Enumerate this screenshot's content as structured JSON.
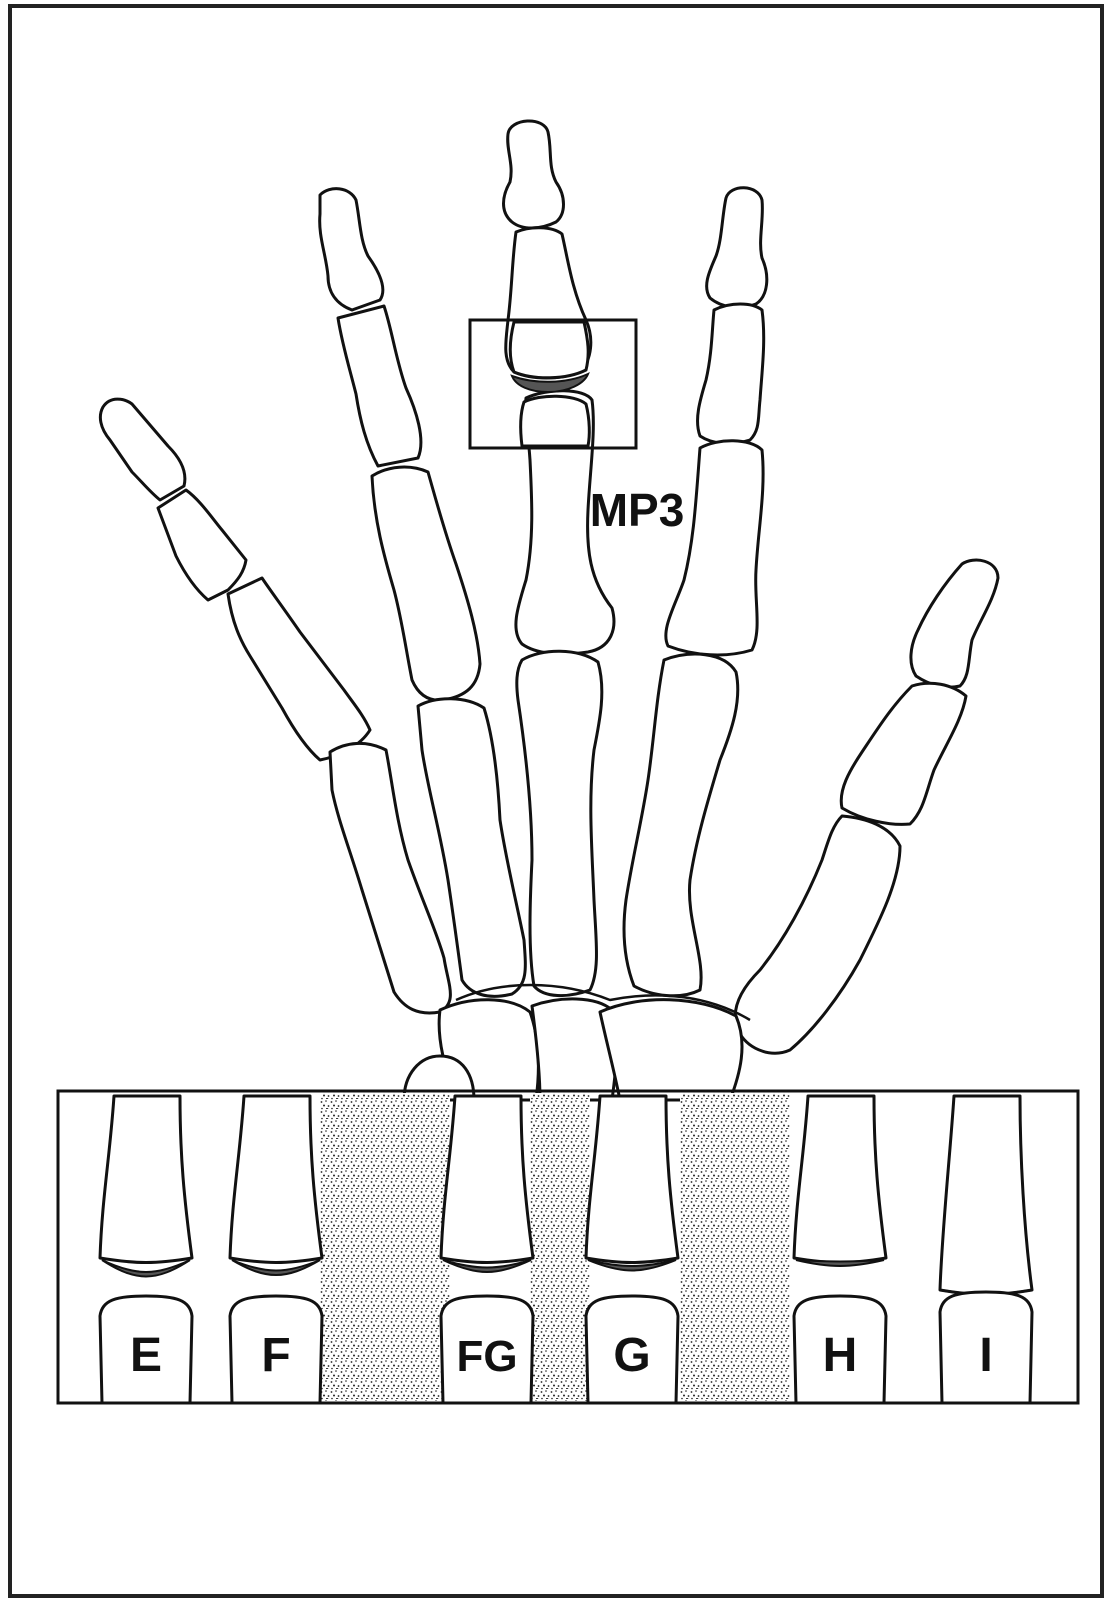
{
  "region_label": "MP3",
  "stages": [
    {
      "label": "E"
    },
    {
      "label": "F"
    },
    {
      "label": "FG"
    },
    {
      "label": "G"
    },
    {
      "label": "H"
    },
    {
      "label": "I"
    }
  ],
  "colors": {
    "line": "#111111",
    "stipple": "#333333",
    "background": "#ffffff"
  }
}
